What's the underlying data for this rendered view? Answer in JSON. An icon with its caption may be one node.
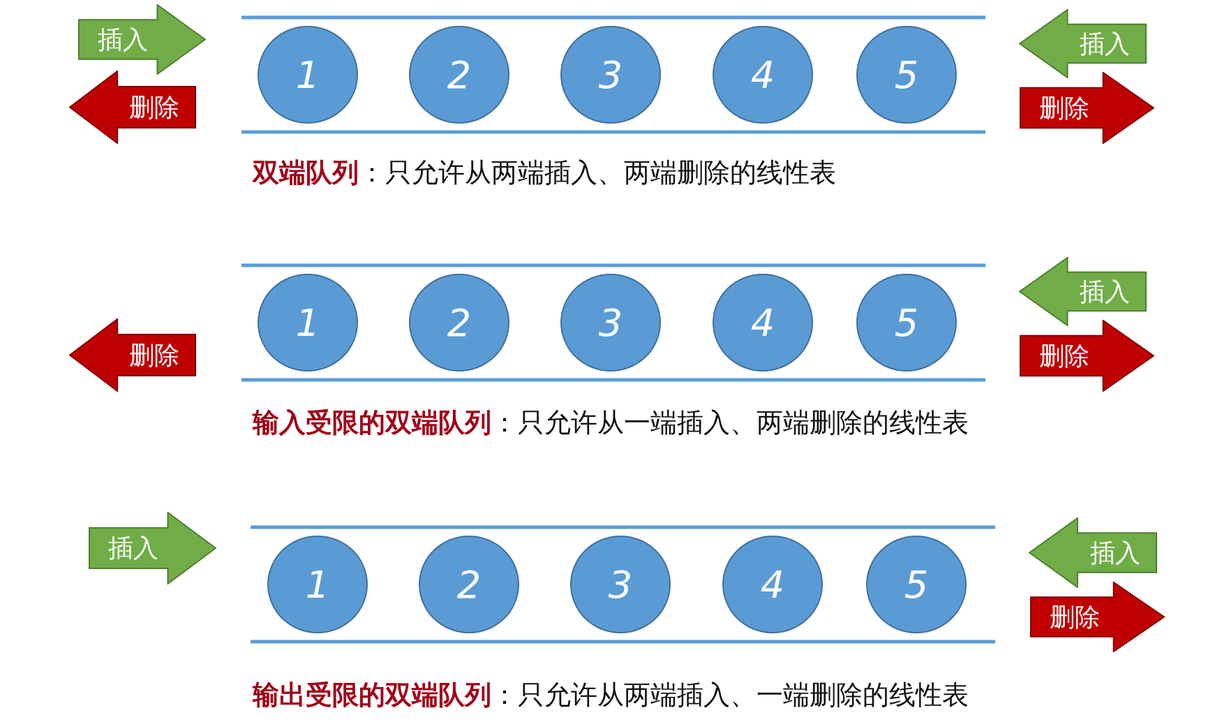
{
  "diagram": {
    "nodes": [
      {
        "text": [
          "插入"
        ]
      },
      {
        "text": [
          "删除"
        ]
      },
      {
        "text": [
          "1"
        ]
      },
      {
        "text": [
          "2"
        ]
      },
      {
        "text": [
          "3"
        ]
      },
      {
        "text": [
          "4"
        ]
      },
      {
        "text": [
          "5"
        ]
      },
      {
        "text": [
          "插入"
        ]
      },
      {
        "text": [
          "删除"
        ]
      },
      {
        "text": [
          "删除"
        ]
      },
      {
        "text": [
          "1"
        ]
      },
      {
        "text": [
          "2"
        ]
      },
      {
        "text": [
          "3"
        ]
      },
      {
        "text": [
          "4"
        ]
      },
      {
        "text": [
          "5"
        ]
      },
      {
        "text": [
          "插入"
        ]
      },
      {
        "text": [
          "删除"
        ]
      },
      {
        "text": [
          "插入"
        ]
      },
      {
        "text": [
          "1"
        ]
      },
      {
        "text": [
          "2"
        ]
      },
      {
        "text": [
          "3"
        ]
      },
      {
        "text": [
          "4"
        ]
      },
      {
        "text": [
          "5"
        ]
      },
      {
        "text": [
          "插入"
        ]
      },
      {
        "text": [
          "删除"
        ]
      }
    ],
    "edges": [],
    "labels": [
      "**双端队列**：只允许从两端插入、两端删除的线性表",
      "**输入受限的双端队列**：只允许从一端插入、两端删除的线性表",
      "**输出受限的双端队列**：只允许从两端插入、一端删除的线性表"
    ]
  }
}
